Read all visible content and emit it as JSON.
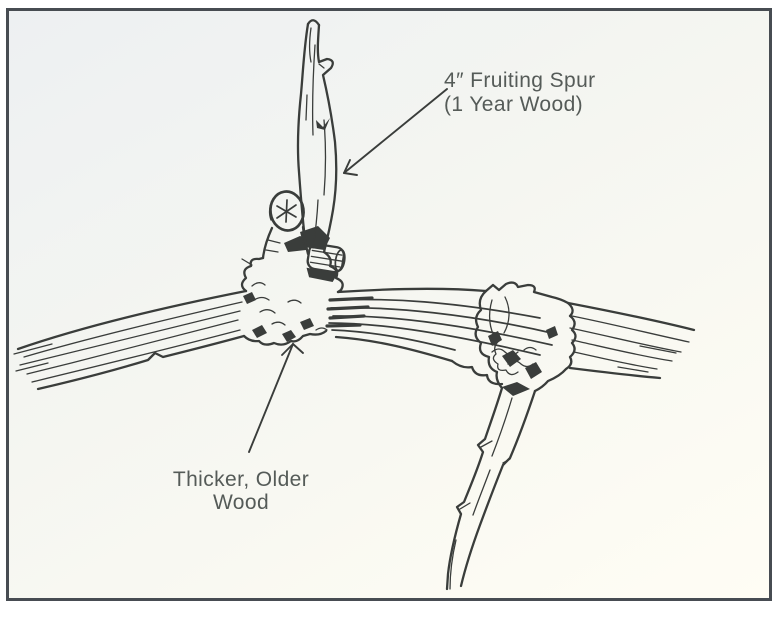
{
  "figure": {
    "description": "Pen-and-ink grapevine pruning illustration: a short vertical fruiting spur rising from a gnarled knot on a thick horizontal cane of older wood, with a cut stub marked by an asterisk, a second knotted junction to the right, and a younger branch descending to the lower right. Two annotation arrows with labels.",
    "colors": {
      "ink": "#3a3d3b",
      "frame_border": "#474c52",
      "paper_top": "#edf0f2",
      "paper_bottom": "#fffdf4",
      "label_text": "#555b58"
    },
    "labels": {
      "fruiting_spur": {
        "line1": "4″ Fruiting Spur",
        "line2": "(1 Year Wood)"
      },
      "older_wood": {
        "line1": "Thicker, Older",
        "line2": "Wood"
      }
    }
  }
}
